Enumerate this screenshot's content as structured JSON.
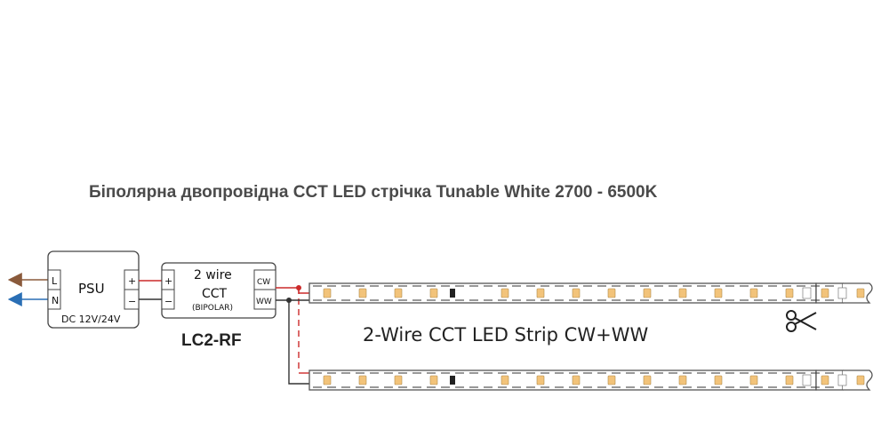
{
  "title": "Біполярна двопровідна CCT LED стрічка Tunable White 2700 - 6500K",
  "psu": {
    "name": "PSU",
    "input_l": "L",
    "input_n": "N",
    "out_plus": "+",
    "out_minus": "−",
    "spec": "DC 12V/24V"
  },
  "controller": {
    "line1": "2 wire",
    "line2": "CCT",
    "line3": "(BIPOLAR)",
    "in_plus": "+",
    "in_minus": "−",
    "out_cw": "CW",
    "out_ww": "WW",
    "model": "LC2-RF"
  },
  "strip_caption": "2-Wire CCT LED Strip CW+WW",
  "colors": {
    "wire_brown": "#8a5a3b",
    "wire_blue": "#2a6fb5",
    "wire_red": "#cc2a2a",
    "wire_dark": "#333333",
    "led_warm": "#f2c37a",
    "strip_border": "#555555"
  },
  "icons": [
    "scissors-icon",
    "arrow-left-icon"
  ]
}
